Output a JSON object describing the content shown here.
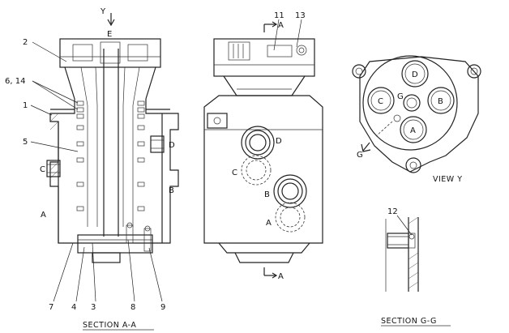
{
  "section_aa": {
    "view_arrow": "Y",
    "port_e": "E",
    "port_c": "C",
    "port_d": "D",
    "port_b": "B",
    "port_a": "A",
    "callouts": [
      "2",
      "6, 14",
      "1",
      "5",
      "7",
      "4",
      "3",
      "8",
      "9"
    ],
    "caption": "SECTION A-A"
  },
  "side_view": {
    "section_marker_top": "A",
    "section_marker_bottom": "A",
    "callouts": [
      "11",
      "13"
    ],
    "ports": [
      "D",
      "C",
      "B",
      "A"
    ]
  },
  "view_y": {
    "ports": [
      "D",
      "C",
      "G",
      "B",
      "A"
    ],
    "section_arrow": "G",
    "caption": "VIEW Y"
  },
  "section_gg": {
    "callout": "12",
    "caption": "SECTION G-G"
  }
}
